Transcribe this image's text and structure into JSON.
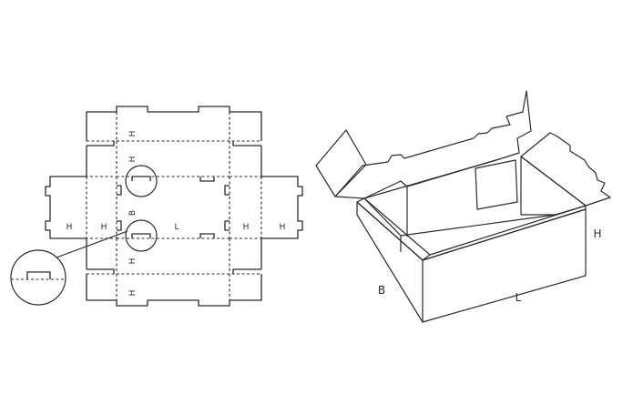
{
  "blank_labels": {
    "h_top": "H",
    "h_upper": "H",
    "h_left_outer": "H",
    "h_left_inner": "H",
    "b": "B",
    "l": "L",
    "h_right_inner": "H",
    "h_right_outer": "H",
    "h_lower": "H",
    "h_bottom": "H"
  },
  "box_labels": {
    "h": "H",
    "b": "B",
    "l": "L"
  }
}
